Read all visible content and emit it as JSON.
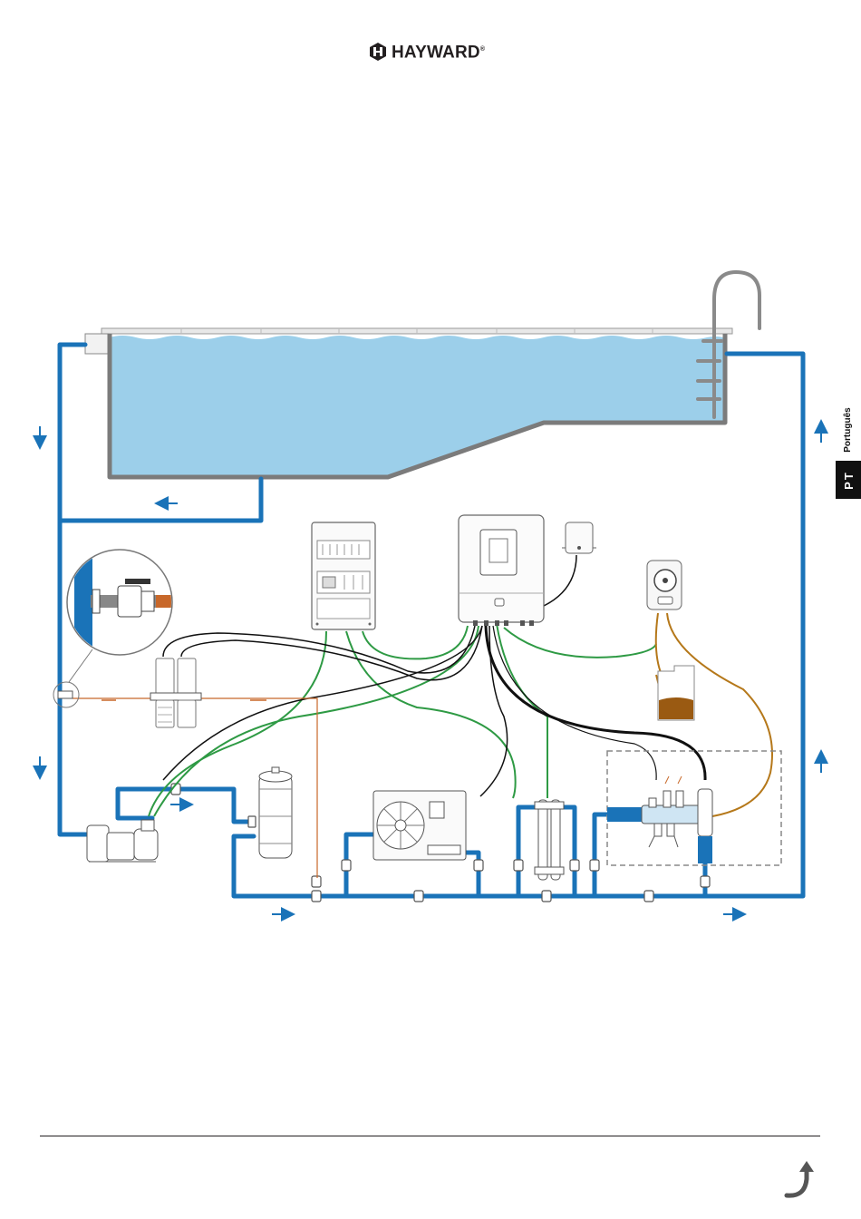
{
  "brand": {
    "logo_text": "HAYWARD",
    "registered_mark": "®"
  },
  "language_tab": {
    "code": "PT",
    "name": "Português"
  },
  "colors": {
    "water": "#9ccfea",
    "pool_wall": "#7b7b7b",
    "pipe": "#1a73b8",
    "green_cable": "#2e9a44",
    "black_cable": "#111111",
    "chemical_line": "#b5781a",
    "backwash_line": "#c8682a"
  },
  "icons": {
    "page_turn": "curved-arrow-icon",
    "flow": "flow-arrow-icon"
  }
}
